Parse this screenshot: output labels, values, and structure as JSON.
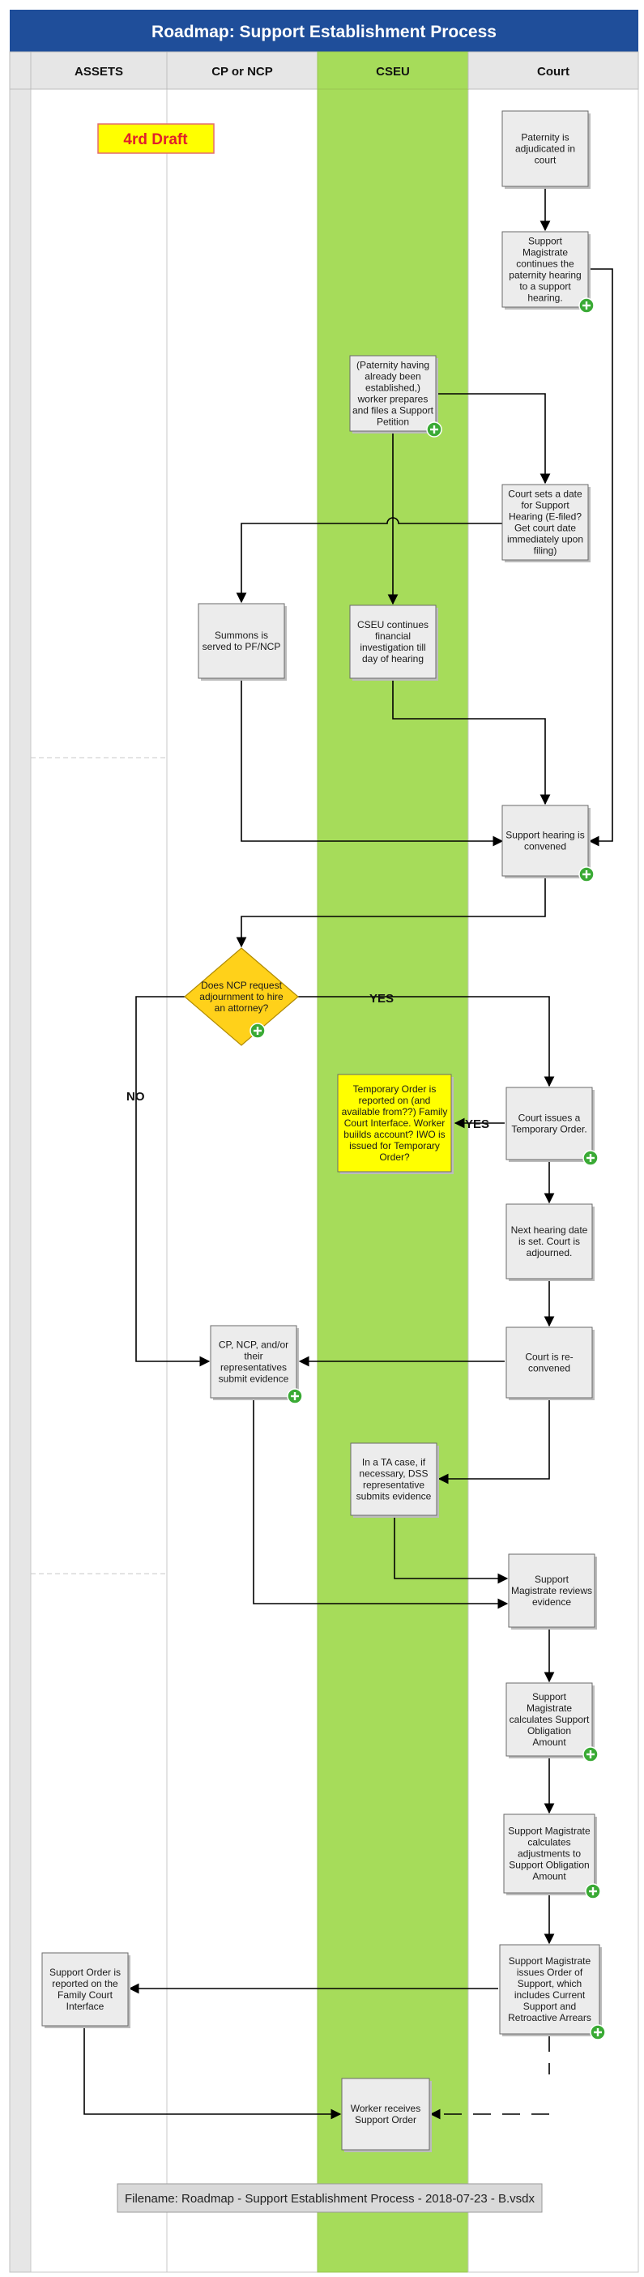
{
  "title": "Roadmap:  Support Establishment Process",
  "draft_label": "4rd Draft",
  "lanes": [
    "ASSETS",
    "CP or NCP",
    "CSEU",
    "Court"
  ],
  "nodes": {
    "paternity": [
      "Paternity is",
      "adjudicated in",
      "court"
    ],
    "magistrate_continues": [
      "Support",
      "Magistrate",
      "continues the",
      "paternity hearing",
      "to a support",
      "hearing."
    ],
    "petition": [
      "(Paternity having",
      "already been",
      "established,)",
      "worker prepares",
      "and files a Support",
      "Petition"
    ],
    "court_sets_date": [
      "Court sets a date",
      "for Support",
      "Hearing (E-filed?",
      "Get court date",
      "immediately upon",
      "filing)"
    ],
    "summons": [
      "Summons is",
      "served to PF/NCP"
    ],
    "cseu_investigation": [
      "CSEU continues",
      "financial",
      "investigation till",
      "day of hearing"
    ],
    "hearing_convened": [
      "Support hearing is",
      "convened"
    ],
    "ncp_decision": [
      "Does NCP request",
      "adjournment to hire",
      "an attorney?"
    ],
    "temporary_order_report": [
      "Temporary Order is",
      "reported on (and",
      "available from??) Family",
      "Court Interface.  Worker",
      "buiilds account? IWO is",
      "issued for Temporary",
      "Order?"
    ],
    "court_temp_order": [
      "Court issues a",
      "Temporary Order."
    ],
    "next_hearing": [
      "Next hearing date",
      "is set. Court is",
      "adjourned."
    ],
    "submit_evidence": [
      "CP, NCP, and/or",
      "their",
      "representatives",
      "submit evidence"
    ],
    "court_reconvened": [
      "Court is re-",
      "convened"
    ],
    "dss_evidence": [
      "In a TA case, if",
      "necessary, DSS",
      "representative",
      "submits evidence"
    ],
    "reviews_evidence": [
      "Support",
      "Magistrate reviews",
      "evidence"
    ],
    "calculates_obligation": [
      "Support",
      "Magistrate",
      "calculates Support",
      "Obligation",
      "Amount"
    ],
    "calculates_adjustments": [
      "Support Magistrate",
      "calculates",
      "adjustments to",
      "Support Obligation",
      "Amount"
    ],
    "issues_order": [
      "Support Magistrate",
      "issues Order of",
      "Support, which",
      "includes Current",
      "Support and",
      "Retroactive  Arrears"
    ],
    "order_reported": [
      "Support Order is",
      "reported on the",
      "Family Court",
      "Interface"
    ],
    "worker_receives": [
      "Worker receives",
      "Support Order"
    ]
  },
  "edge_labels": {
    "yes": "YES",
    "no": "NO"
  },
  "footer": "Filename:  Roadmap - Support Establishment Process - 2018-07-23 - B.vsdx",
  "colors": {
    "title_bar": "#1f4e9a",
    "cseu_lane": "#a6dc5a",
    "process_box": "#ececec",
    "decision": "#ffd11a",
    "note_box": "#ffff00",
    "draft_box": "#ffff00",
    "plus_icon": "#3aaa35"
  }
}
